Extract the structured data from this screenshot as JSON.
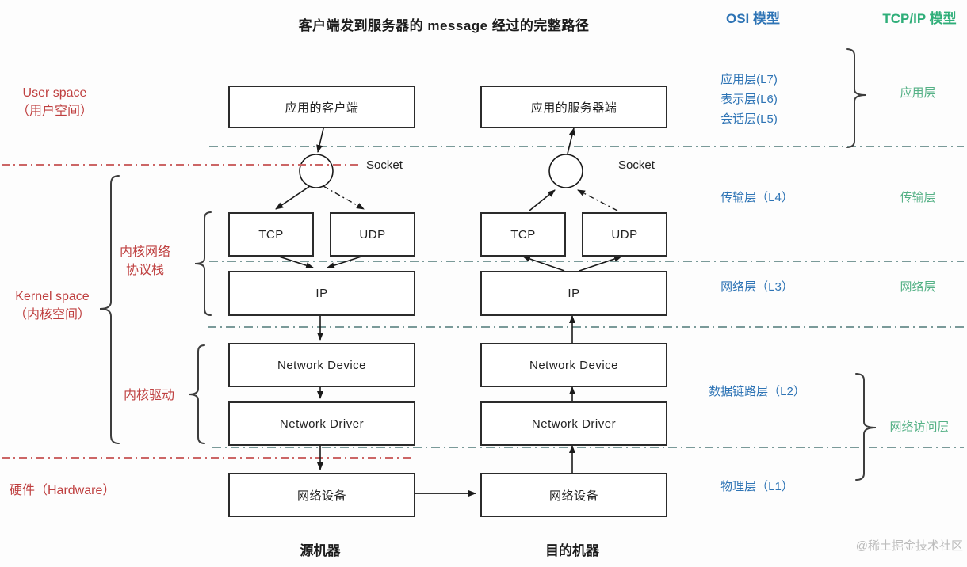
{
  "title": "客户端发到服务器的 message 经过的完整路径",
  "headers": {
    "osi": "OSI 模型",
    "tcpip": "TCP/IP 模型"
  },
  "left_labels": {
    "user_space_en": "User space",
    "user_space_cn": "（用户空间）",
    "kernel_net_line1": "内核网络",
    "kernel_net_line2": "协议栈",
    "kernel_space_en": "Kernel space",
    "kernel_space_cn": "（内核空间）",
    "kernel_driver": "内核驱动",
    "hardware": "硬件（Hardware）"
  },
  "machines": {
    "source": {
      "app": "应用的客户端",
      "socket": "Socket",
      "tcp": "TCP",
      "udp": "UDP",
      "ip": "IP",
      "net_device": "Network Device",
      "net_driver": "Network Driver",
      "hw_device": "网络设备",
      "caption": "源机器"
    },
    "dest": {
      "app": "应用的服务器端",
      "socket": "Socket",
      "tcp": "TCP",
      "udp": "UDP",
      "ip": "IP",
      "net_device": "Network Device",
      "net_driver": "Network Driver",
      "hw_device": "网络设备",
      "caption": "目的机器"
    }
  },
  "osi_layers": {
    "l7": "应用层(L7)",
    "l6": "表示层(L6)",
    "l5": "会话层(L5)",
    "l4": "传输层（L4）",
    "l3": "网络层（L3）",
    "l2": "数据链路层（L2）",
    "l1": "物理层（L1）"
  },
  "tcpip_layers": {
    "application": "应用层",
    "transport": "传输层",
    "network": "网络层",
    "network_access": "网络访问层"
  },
  "watermark": "@稀土掘金技术社区",
  "colors": {
    "red_label": "#bf4040",
    "blue_label": "#2e74b5",
    "green_label": "#55b186",
    "separator_teal": "#7a9a99",
    "separator_red": "#cc6666",
    "box_border": "#2b2b2b",
    "arrow": "#1a1a1a",
    "watermark": "#bcbcbc"
  }
}
